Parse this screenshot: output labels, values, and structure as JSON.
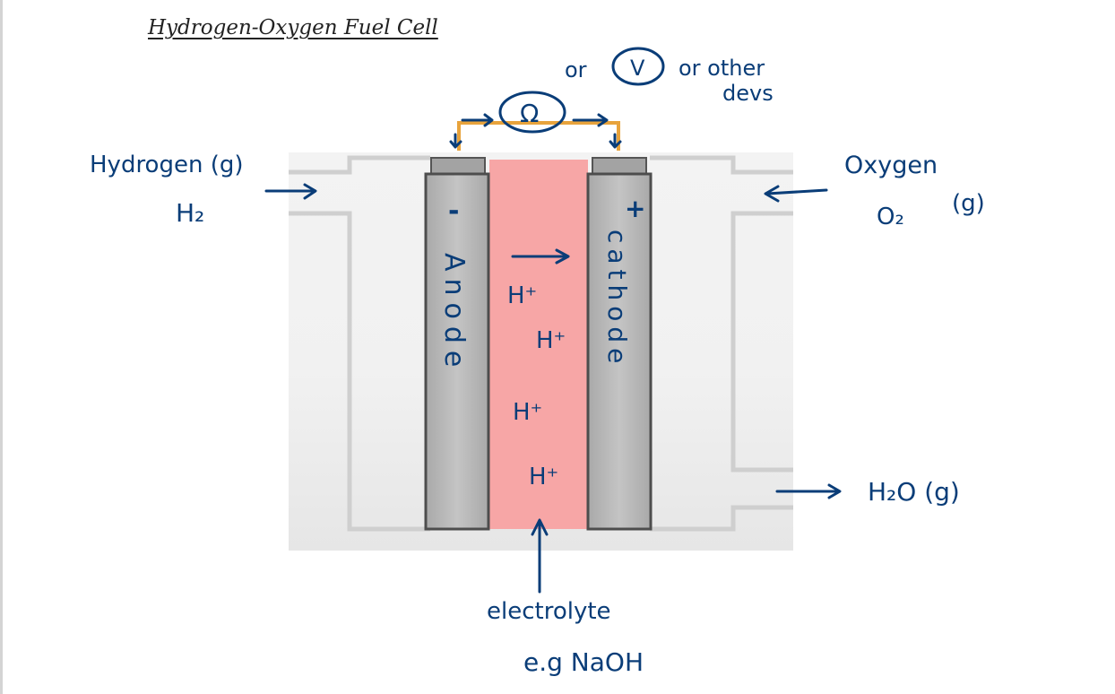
{
  "title": "Hydrogen-Oxygen Fuel Cell",
  "colors": {
    "ink": "#0a3d78",
    "housing": "#f0f0f0",
    "electrode": "#b8b8b8",
    "electrolyte": "#f7a6a6",
    "wire": "#e8a33c"
  },
  "labels": {
    "hydrogen_in": "Hydrogen (g)",
    "hydrogen_formula": "H₂",
    "oxygen_in": "Oxygen",
    "oxygen_formula": "O₂",
    "oxygen_state": "(g)",
    "water_out": "H₂O (g)",
    "anode_sign": "-",
    "anode": "Anode",
    "cathode_sign": "+",
    "cathode": "cathode",
    "ion_1": "H⁺",
    "ion_2": "H⁺",
    "ion_3": "H⁺",
    "ion_4": "H⁺",
    "resistor_symbol": "Ω",
    "or_1": "or",
    "voltmeter_symbol": "V",
    "or_other": "or other",
    "devices": "devs",
    "electrolyte": "electrolyte",
    "electrolyte_example": "e.g NaOH"
  }
}
